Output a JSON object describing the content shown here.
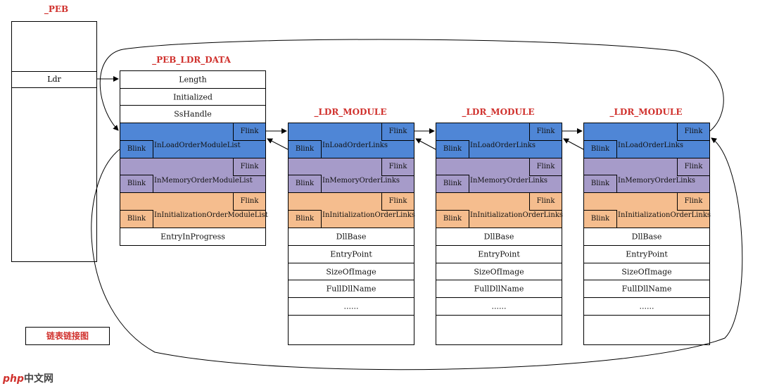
{
  "peb": {
    "title": "_PEB",
    "field": "Ldr"
  },
  "peb_ldr_data": {
    "title": "_PEB_LDR_DATA",
    "fields_top": [
      "Length",
      "Initialized",
      "SsHandle"
    ],
    "lists": [
      {
        "name": "InLoadOrderModuleList",
        "flink": "Flink",
        "blink": "Blink",
        "color": "#4f86d6"
      },
      {
        "name": "InMemoryOrderModuleList",
        "flink": "Flink",
        "blink": "Blink",
        "color": "#a69bc9"
      },
      {
        "name": "InInitializationOrderModuleList",
        "flink": "Flink",
        "blink": "Blink",
        "color": "#f5bd8e"
      }
    ],
    "fields_bottom": [
      "EntryInProgress"
    ]
  },
  "ldr_module": {
    "title": "_LDR_MODULE",
    "lists": [
      {
        "name": "InLoadOrderLinks",
        "flink": "Flink",
        "blink": "Blink"
      },
      {
        "name": "InMemoryOrderLinks",
        "flink": "Flink",
        "blink": "Blink"
      },
      {
        "name": "InInitializationOrderLinks",
        "flink": "Flink",
        "blink": "Blink"
      }
    ],
    "fields": [
      "DllBase",
      "EntryPoint",
      "SizeOfImage",
      "FullDllName",
      "......"
    ]
  },
  "legend": "链表链接图",
  "watermark": {
    "brand": "php",
    "site": "中文网"
  }
}
